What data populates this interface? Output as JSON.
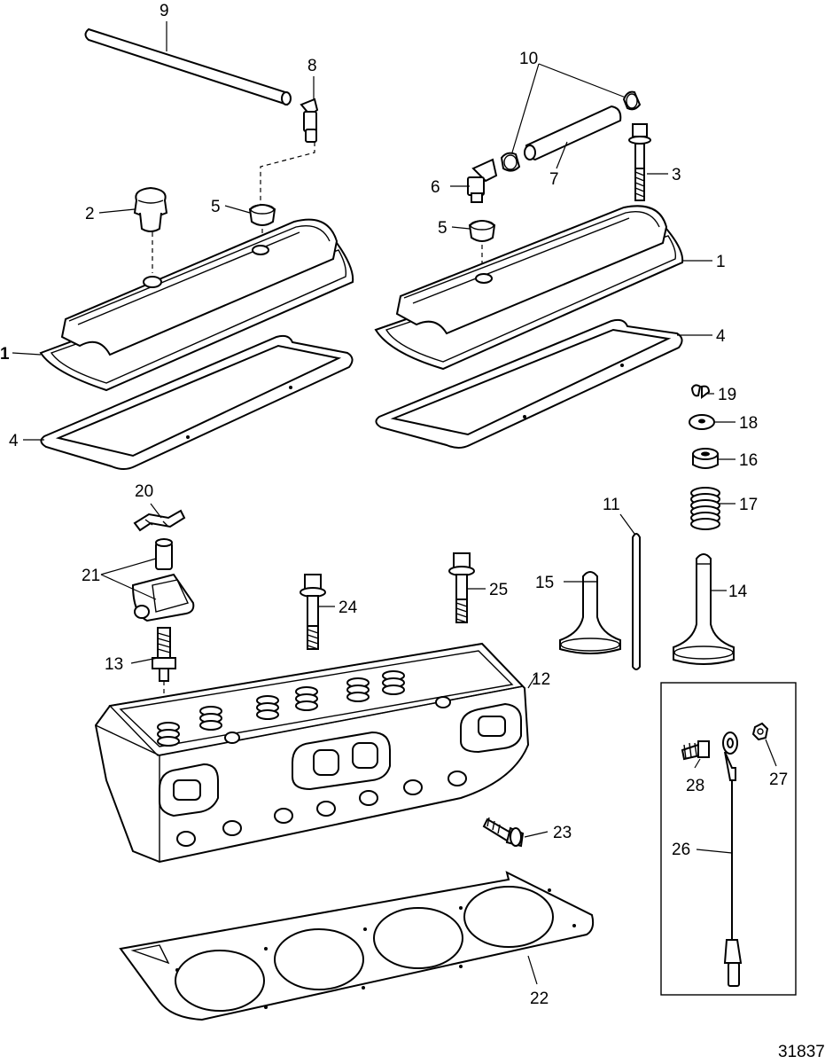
{
  "figure_id": "31837",
  "callouts": {
    "c1a": "1",
    "c1b": "1",
    "c2": "2",
    "c3": "3",
    "c4a": "4",
    "c4b": "4",
    "c5a": "5",
    "c5b": "5",
    "c6": "6",
    "c7": "7",
    "c8": "8",
    "c9": "9",
    "c10": "10",
    "c11": "11",
    "c12": "12",
    "c13": "13",
    "c14": "14",
    "c15": "15",
    "c16": "16",
    "c17": "17",
    "c18": "18",
    "c19": "19",
    "c20": "20",
    "c21": "21",
    "c22": "22",
    "c23": "23",
    "c24": "24",
    "c25": "25",
    "c26": "26",
    "c27": "27",
    "c28": "28"
  }
}
